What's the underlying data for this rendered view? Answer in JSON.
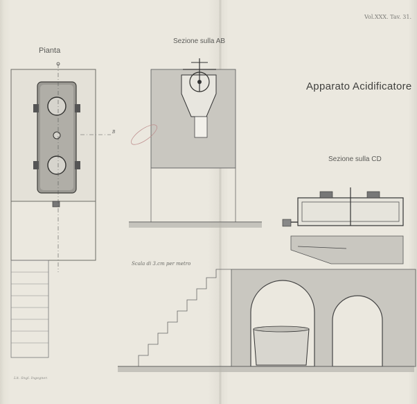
{
  "plate": {
    "header": "Vol.XXX. Tav. 31.",
    "title": "Apparato Acidificatore",
    "view_plan": "Pianta",
    "view_section_ab": "Sezione sulla AB",
    "view_section_cd": "Sezione sulla CD",
    "scale_note": "Scala di 3.cm per metro",
    "credit": "Lit. Sngl. Ingegner.",
    "marker_b": "B"
  },
  "colors": {
    "paper": "#ebe8df",
    "ink": "#4a4a48",
    "wash": "#c9c7c0",
    "ground": "#6b6b66"
  }
}
